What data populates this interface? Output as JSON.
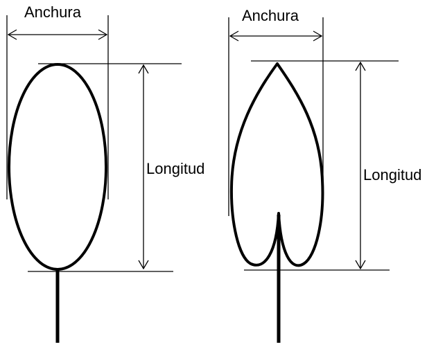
{
  "diagram": {
    "left": {
      "width_label": "Anchura",
      "length_label": "Longitud",
      "shape": "elliptic leaf"
    },
    "right": {
      "width_label": "Anchura",
      "length_label": "Longitud",
      "shape": "cordate leaf"
    }
  },
  "colors": {
    "line": "#000000",
    "background": "#ffffff"
  }
}
